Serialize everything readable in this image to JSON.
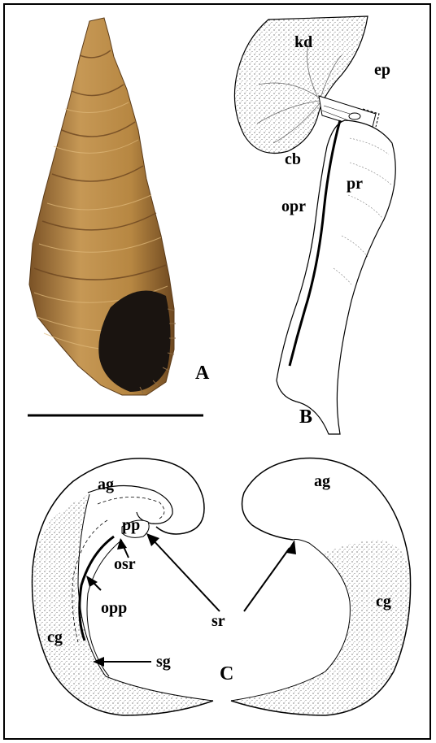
{
  "figure": {
    "panels": {
      "a": "A",
      "b": "B",
      "c": "C"
    },
    "labels_b": {
      "kd": "kd",
      "ep": "ep",
      "cb": "cb",
      "pr": "pr",
      "opr": "opr"
    },
    "labels_c": {
      "ag_left": "ag",
      "ag_right": "ag",
      "pp": "pp",
      "osr": "osr",
      "opp": "opp",
      "sr": "sr",
      "cg_left": "cg",
      "cg_right": "cg",
      "sg": "sg"
    },
    "colors": {
      "shell_light": "#c69855",
      "shell_dark": "#7a5226",
      "aperture": "#1a1410",
      "line": "#000000"
    }
  }
}
